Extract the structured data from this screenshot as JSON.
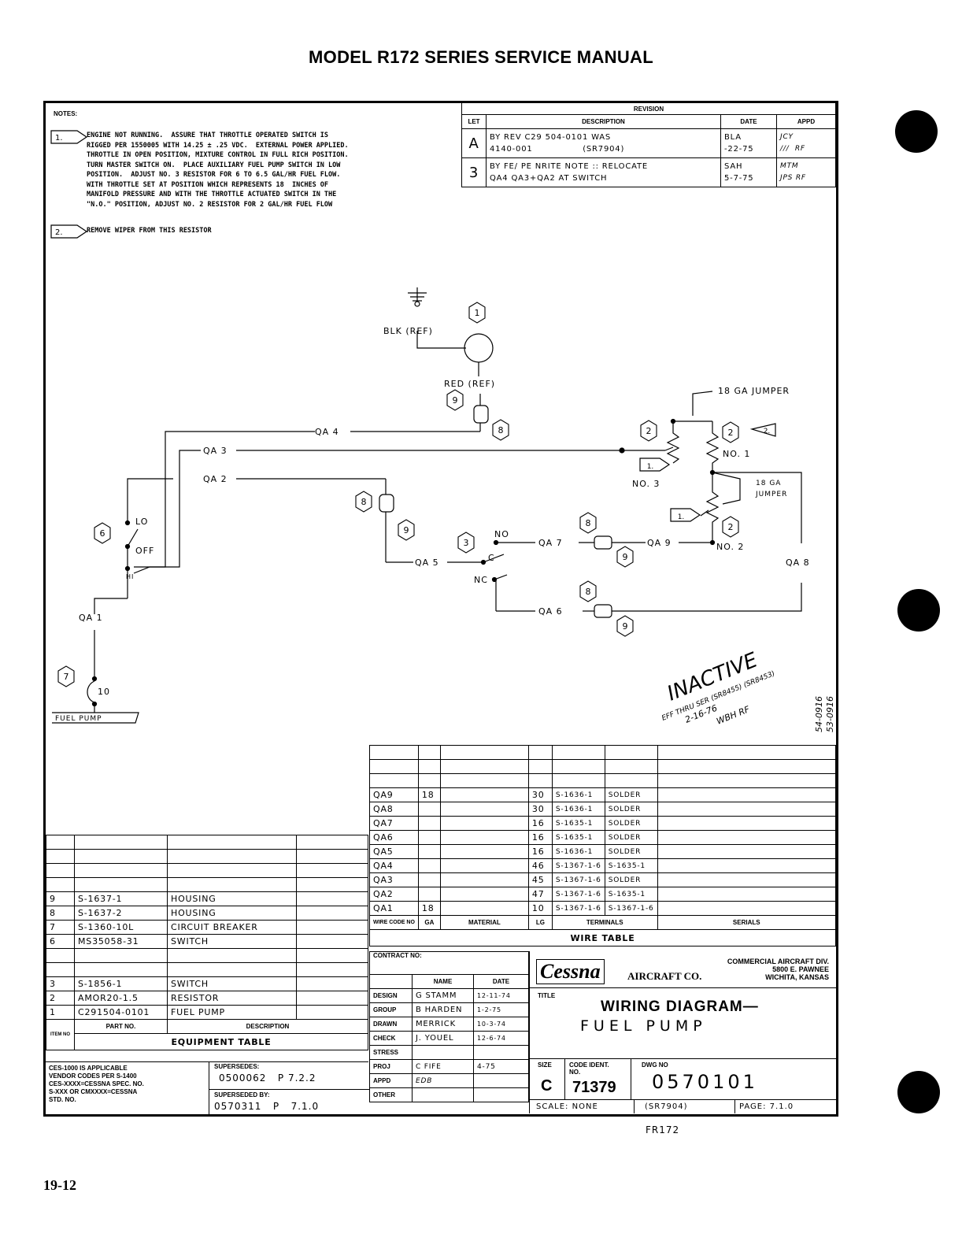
{
  "header": "MODEL R172 SERIES SERVICE MANUAL",
  "page_number": "19-12",
  "footer_note": "FR172",
  "notes": {
    "heading": "NOTES:",
    "note1_marker": "1.",
    "note1_text": "ENGINE NOT RUNNING.  ASSURE THAT THROTTLE OPERATED SWITCH IS\nRIGGED PER 1550005 WITH 14.25 ± .25 VDC.  EXTERNAL POWER APPLIED.\nTHROTTLE IN OPEN POSITION, MIXTURE CONTROL IN FULL RICH POSITION.\nTURN MASTER SWITCH ON.  PLACE AUXILIARY FUEL PUMP SWITCH IN LOW\nPOSITION.  ADJUST NO. 3 RESISTOR FOR 6 TO 6.5 GAL/HR FUEL FLOW.\nWITH THROTTLE SET AT POSITION WHICH REPRESENTS 18  INCHES OF\nMANIFOLD PRESSURE AND WITH THE THROTTLE ACTUATED SWITCH IN THE\n\"N.O.\" POSITION, ADJUST NO. 2 RESISTOR FOR 2 GAL/HR FUEL FLOW",
    "note2_marker": "2.",
    "note2_text": "REMOVE WIPER FROM THIS RESISTOR"
  },
  "revision": {
    "title": "REVISION",
    "col_let": "LET",
    "col_desc": "DESCRIPTION",
    "col_date": "DATE",
    "col_appd": "APPD",
    "rows": [
      {
        "let": "A",
        "desc1": "BY REV C29 504-0101 WAS",
        "desc2": "4140-001                (SR7904)",
        "date": "BLA\n-22-75",
        "appd": "JCY\n///  RF"
      },
      {
        "let": "3",
        "desc1": "BY FE/ PE NRITE NOTE :: RELOCATE",
        "desc2": "QA4 QA3+QA2 AT SWITCH",
        "date": "SAH\n5-7-75",
        "appd": "MTM\nJPS RF"
      }
    ]
  },
  "diagram": {
    "blk_ref": "BLK (REF)",
    "red_ref": "RED (REF)",
    "jumper_top": "18 GA JUMPER",
    "jumper_side_1": "18 GA",
    "jumper_side_2": "JUMPER",
    "no1": "NO. 1",
    "no2": "NO. 2",
    "no3": "NO. 3",
    "no": "NO",
    "nc": "NC",
    "c": "C",
    "lo": "LO",
    "off": "OFF",
    "hi": "HI",
    "wires": {
      "qa1": "QA 1",
      "qa2": "QA 2",
      "qa3": "QA 3",
      "qa4": "QA 4",
      "qa5": "QA 5",
      "qa6": "QA 6",
      "qa7": "QA 7",
      "qa8": "QA 8",
      "qa9": "QA 9"
    },
    "fuel_pump": "FUEL PUMP",
    "cb_value": "10",
    "inactive_stamp": "INACTIVE",
    "inactive_note1": "EFF THRU SER (SR8455) (SR8453)",
    "inactive_note2": "2-16-76",
    "inactive_note3": "WBH RF",
    "side_codes": [
      "54-0916",
      "53-0916"
    ],
    "callouts": {
      "c1": "1",
      "c2": "2",
      "c3": "3",
      "c6": "6",
      "c7": "7",
      "c8": "8",
      "c9": "9",
      "n1": "1.",
      "n2": "2."
    }
  },
  "wire_table": {
    "title": "WIRE TABLE",
    "headers": [
      "WIRE CODE NO",
      "GA",
      "MATERIAL",
      "LG",
      "TERMINALS",
      "",
      "SERIALS"
    ],
    "rows": [
      {
        "code": "QA9",
        "ga": "18",
        "lg": "30",
        "t1": "S-1636-1",
        "t2": "SOLDER"
      },
      {
        "code": "QA8",
        "ga": "",
        "lg": "30",
        "t1": "S-1636-1",
        "t2": "SOLDER"
      },
      {
        "code": "QA7",
        "ga": "",
        "lg": "16",
        "t1": "S-1635-1",
        "t2": "SOLDER"
      },
      {
        "code": "QA6",
        "ga": "",
        "lg": "16",
        "t1": "S-1635-1",
        "t2": "SOLDER"
      },
      {
        "code": "QA5",
        "ga": "",
        "lg": "16",
        "t1": "S-1636-1",
        "t2": "SOLDER"
      },
      {
        "code": "QA4",
        "ga": "",
        "lg": "46",
        "t1": "S-1367-1-6",
        "t2": "S-1635-1"
      },
      {
        "code": "QA3",
        "ga": "",
        "lg": "45",
        "t1": "S-1367-1-6",
        "t2": "SOLDER"
      },
      {
        "code": "QA2",
        "ga": "",
        "lg": "47",
        "t1": "S-1367-1-6",
        "t2": "S-1635-1"
      },
      {
        "code": "QA1",
        "ga": "18",
        "lg": "10",
        "t1": "S-1367-1-6",
        "t2": "S-1367-1-6"
      }
    ]
  },
  "equipment_table": {
    "title": "EQUIPMENT TABLE",
    "col_item": "ITEM NO",
    "col_part": "PART NO.",
    "col_desc": "DESCRIPTION",
    "rows": [
      {
        "item": "9",
        "part": "S-1637-1",
        "desc": "HOUSING"
      },
      {
        "item": "8",
        "part": "S-1637-2",
        "desc": "HOUSING"
      },
      {
        "item": "7",
        "part": "S-1360-10L",
        "desc": "CIRCUIT BREAKER"
      },
      {
        "item": "6",
        "part": "MS35058-31",
        "desc": "SWITCH"
      },
      {
        "item": "",
        "part": "",
        "desc": ""
      },
      {
        "item": "",
        "part": "",
        "desc": ""
      },
      {
        "item": "3",
        "part": "S-1856-1",
        "desc": "SWITCH"
      },
      {
        "item": "2",
        "part": "AMOR20-1.5",
        "desc": "RESISTOR"
      },
      {
        "item": "1",
        "part": "C291504-0101",
        "desc": "FUEL PUMP"
      }
    ]
  },
  "title_block": {
    "ces_note": "CES-1000 IS APPLICABLE\nVENDOR CODES PER S-1400\nCES-XXXX=CESSNA SPEC. NO.\nS-XXX OR CMXXXX=CESSNA\nSTD. NO.",
    "supersedes_label": "SUPERSEDES:",
    "supersedes_value": "0500062   P 7.2.2",
    "superseded_by_label": "SUPERSEDED BY:",
    "superseded_by_value": "0570311   P   7.1.0",
    "contract_no": "CONTRACT NO:",
    "name_col": "NAME",
    "date_col": "DATE",
    "signoffs": [
      {
        "role": "DESIGN",
        "name": "G STAMM",
        "date": "12-11-74"
      },
      {
        "role": "GROUP",
        "name": "B HARDEN",
        "date": "1-2-75"
      },
      {
        "role": "DRAWN",
        "name": "MERRICK",
        "date": "10-3-74"
      },
      {
        "role": "CHECK",
        "name": "J. YOUEL",
        "date": "12-6-74"
      },
      {
        "role": "STRESS",
        "name": "",
        "date": ""
      },
      {
        "role": "PROJ",
        "name": "C FIFE",
        "date": "4-75"
      },
      {
        "role": "APPD",
        "name": "EDB",
        "date": ""
      },
      {
        "role": "OTHER",
        "name": "",
        "date": ""
      }
    ],
    "company_logo": "Cessna",
    "company_suffix": "AIRCRAFT CO.",
    "division": "COMMERCIAL AIRCRAFT DIV.\n5800 E. PAWNEE\nWICHITA, KANSAS",
    "title_label": "TITLE",
    "title1": "WIRING DIAGRAM—",
    "title2": "FUEL PUMP",
    "size_label": "SIZE",
    "size_value": "C",
    "code_ident_label": "CODE IDENT.\nNO.",
    "code_ident_value": "71379",
    "dwg_no_label": "DWG NO",
    "dwg_no_value": "0570101",
    "scale": "SCALE: NONE",
    "serial": "(SR7904)",
    "page": "PAGE: 7.1.0"
  }
}
